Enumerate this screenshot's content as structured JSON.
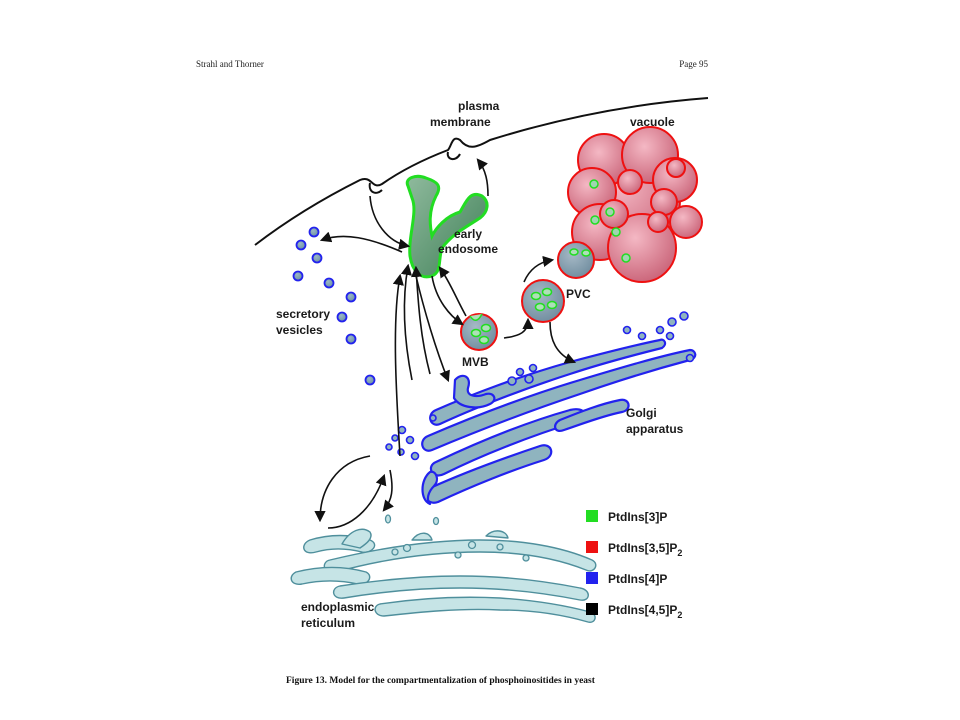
{
  "header": {
    "left": "Strahl and Thorner",
    "right": "Page 95"
  },
  "labels": {
    "plasma_membrane": [
      "plasma",
      "membrane"
    ],
    "vacuole": "vacuole",
    "early_endosome": [
      "early",
      "endosome"
    ],
    "secretory_vesicles": [
      "secretory",
      "vesicles"
    ],
    "pvc": "PVC",
    "mvb": "MVB",
    "golgi": [
      "Golgi",
      "apparatus"
    ],
    "er": [
      "endoplasmic",
      "reticulum"
    ]
  },
  "legend": [
    {
      "base": "PtdIns[3]P",
      "sub": "",
      "color": "#22dd22"
    },
    {
      "base": "PtdIns[3,5]P",
      "sub": "2",
      "color": "#ee1111"
    },
    {
      "base": "PtdIns[4]P",
      "sub": "",
      "color": "#2222ee"
    },
    {
      "base": "PtdIns[4,5]P",
      "sub": "2",
      "color": "#000000"
    }
  ],
  "caption": "Figure 13. Model for the compartmentalization of phosphoinositides in yeast"
}
